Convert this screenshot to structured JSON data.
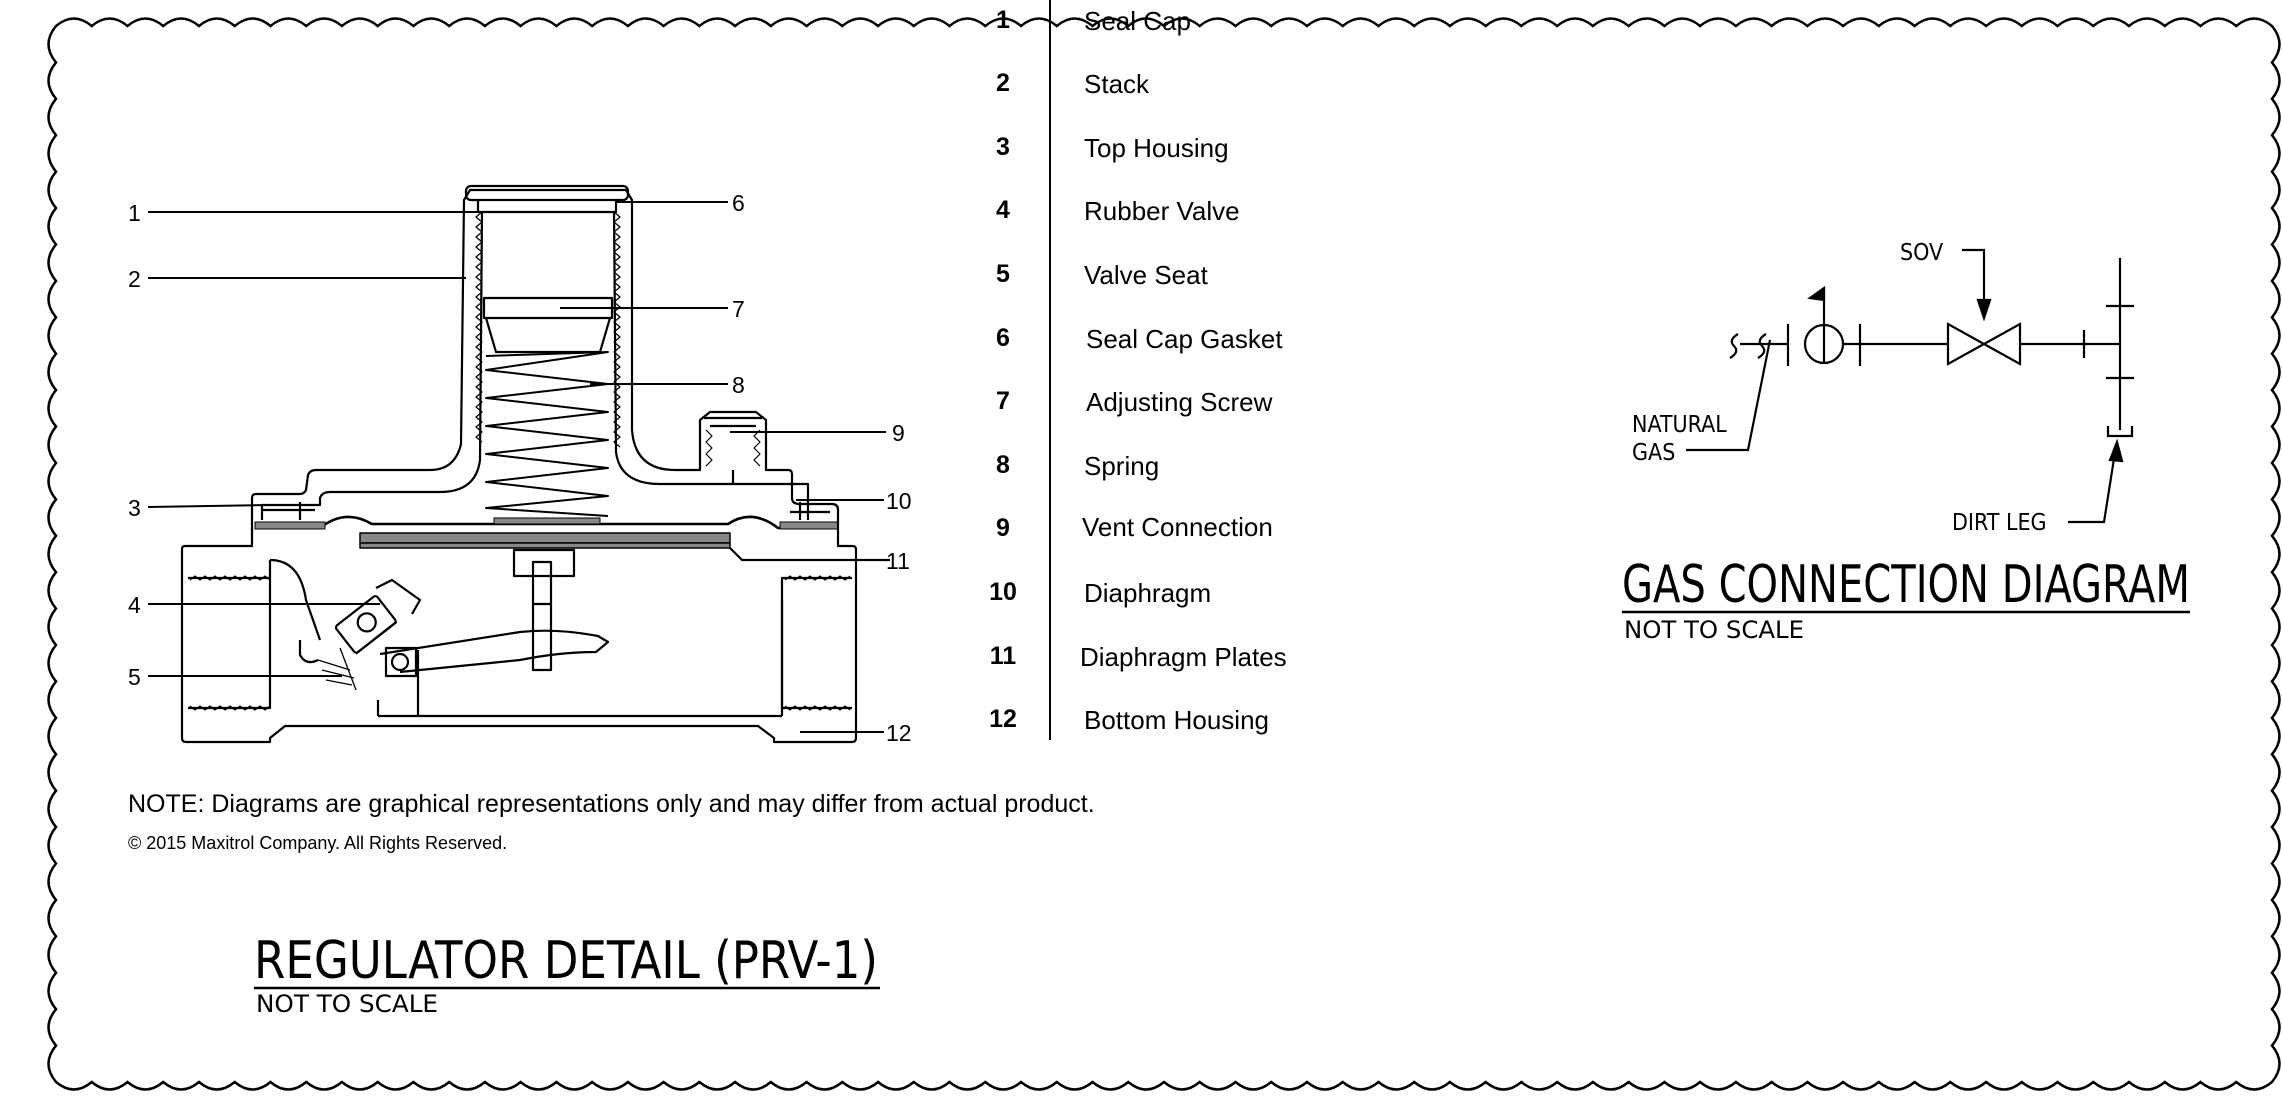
{
  "callouts": [
    "1",
    "2",
    "3",
    "4",
    "5",
    "6",
    "7",
    "8",
    "9",
    "10",
    "11",
    "12"
  ],
  "legend": [
    {
      "num": "1",
      "label": "Seal Cap"
    },
    {
      "num": "2",
      "label": "Stack"
    },
    {
      "num": "3",
      "label": "Top Housing"
    },
    {
      "num": "4",
      "label": "Rubber Valve"
    },
    {
      "num": "5",
      "label": "Valve Seat"
    },
    {
      "num": "6",
      "label": "Seal Cap Gasket"
    },
    {
      "num": "7",
      "label": "Adjusting Screw"
    },
    {
      "num": "8",
      "label": "Spring"
    },
    {
      "num": "9",
      "label": "Vent Connection"
    },
    {
      "num": "10",
      "label": "Diaphragm"
    },
    {
      "num": "11",
      "label": "Diaphragm Plates"
    },
    {
      "num": "12",
      "label": "Bottom Housing"
    }
  ],
  "note": "NOTE: Diagrams are graphical representations only and may differ from actual product.",
  "copyright": "© 2015 Maxitrol Company. All Rights Reserved.",
  "regulator": {
    "title": "REGULATOR DETAIL (PRV-1)",
    "subtitle": "NOT TO SCALE"
  },
  "gas": {
    "title": "GAS CONNECTION DIAGRAM",
    "subtitle": "NOT TO SCALE",
    "sov_label": "SOV",
    "natural_label_1": "NATURAL",
    "natural_label_2": "GAS",
    "dirt_leg_label": "DIRT LEG"
  },
  "colors": {
    "line": "#000000",
    "plate_fill": "#888888",
    "background": "#ffffff"
  }
}
